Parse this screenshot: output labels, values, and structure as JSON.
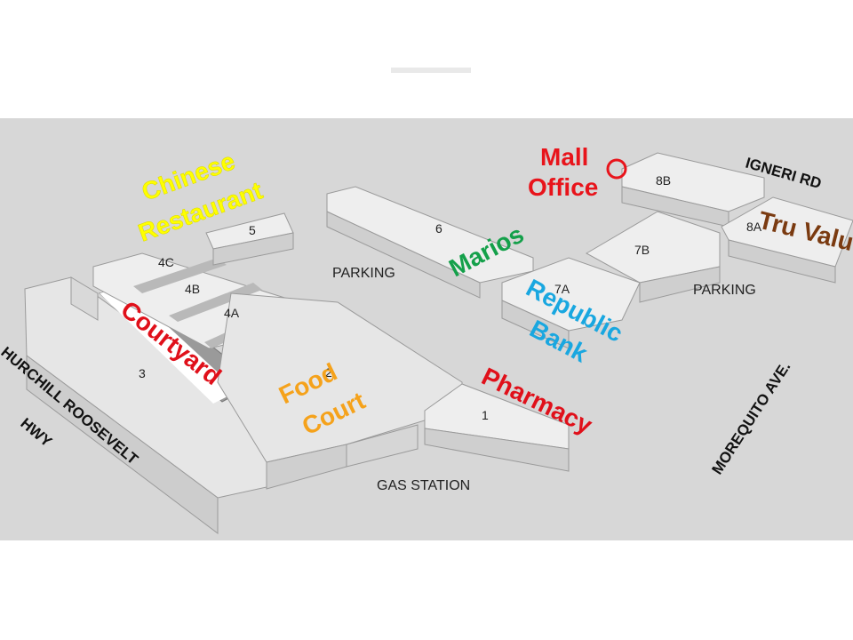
{
  "map": {
    "units": {
      "u1": "1",
      "u2": "2",
      "u3": "3",
      "u4a": "4A",
      "u4b": "4B",
      "u4c": "4C",
      "u5": "5",
      "u6": "6",
      "u7a": "7A",
      "u7b": "7B",
      "u8a": "8A",
      "u8b": "8B"
    },
    "areas": {
      "parking_left": "PARKING",
      "parking_right": "PARKING",
      "gas_station": "GAS STATION"
    },
    "roads": {
      "igneri": "IGNERI RD",
      "morequito": "MOREQUITO AVE.",
      "churchill_line1": "HURCHILL ROOSEVELT",
      "churchill_line2": "HWY"
    },
    "tenants": {
      "chinese_line1": "Chinese",
      "chinese_line2": "Restaurant",
      "mall_office_line1": "Mall",
      "mall_office_line2": "Office",
      "marios": "Marios",
      "tru_valu": "Tru Valu",
      "courtyard": "Courtyard",
      "food_court_line1": "Food",
      "food_court_line2": "Court",
      "republic_line1": "Republic",
      "republic_line2": "Bank",
      "pharmacy": "Pharmacy"
    },
    "colors": {
      "ground": "#d7d7d7",
      "building_top": "#f0f0f0",
      "building_side": "#cfcfcf",
      "chinese_restaurant": "#ffff00",
      "mall_office": "#e8141b",
      "marios": "#14a04a",
      "tru_valu": "#7a3a10",
      "courtyard": "#e0101a",
      "food_court": "#f5a21b",
      "republic_bank": "#19a7e0",
      "pharmacy": "#e0101a"
    }
  }
}
